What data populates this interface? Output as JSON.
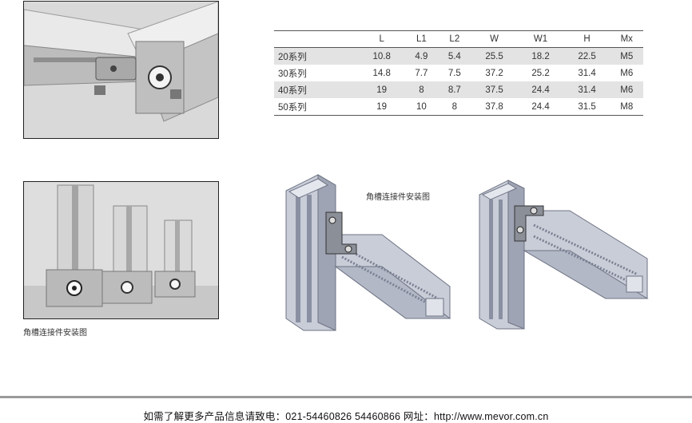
{
  "spec_table": {
    "headers": [
      "",
      "L",
      "L1",
      "L2",
      "W",
      "W1",
      "H",
      "Mx"
    ],
    "rows": [
      [
        "20系列",
        "10.8",
        "4.9",
        "5.4",
        "25.5",
        "18.2",
        "22.5",
        "M5"
      ],
      [
        "30系列",
        "14.8",
        "7.7",
        "7.5",
        "37.2",
        "25.2",
        "31.4",
        "M6"
      ],
      [
        "40系列",
        "19",
        "8",
        "8.7",
        "37.5",
        "24.4",
        "31.4",
        "M6"
      ],
      [
        "50系列",
        "19",
        "10",
        "8",
        "37.8",
        "24.4",
        "31.5",
        "M8"
      ]
    ]
  },
  "captions": {
    "photo_bottom": "角槽连接件安装图",
    "diagram": "角槽连接件安装图"
  },
  "footer": {
    "text": "如需了解更多产品信息请致电：021-54460826 54460866 网址：http://www.mevor.com.cn"
  },
  "colors": {
    "profile_face": "#c9cdd8",
    "profile_shadow": "#9fa4b4",
    "bracket": "#8b8f98"
  }
}
